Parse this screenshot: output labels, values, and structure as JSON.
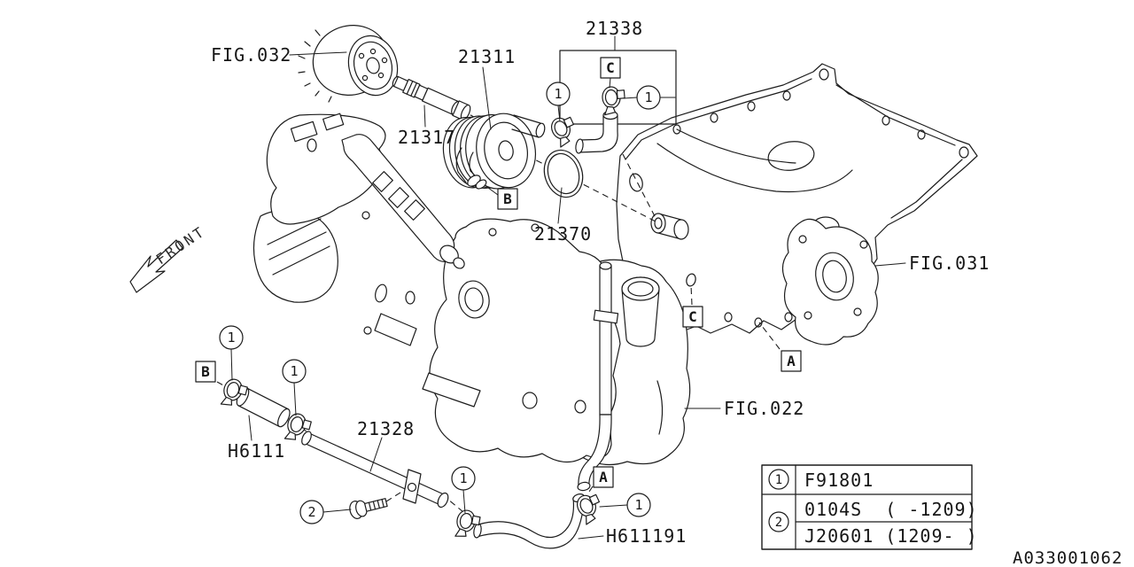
{
  "diagram": {
    "id_code": "A033001062",
    "front_label": "FRONT",
    "callouts": {
      "fig032": "FIG.032",
      "fig031": "FIG.031",
      "fig022": "FIG.022",
      "c21311": "21311",
      "c21317": "21317",
      "c21338": "21338",
      "c21370": "21370",
      "c21328": "21328",
      "h6111": "H6111",
      "h611191": "H611191"
    },
    "refs": {
      "a": "A",
      "b": "B",
      "c": "C",
      "n1": "1",
      "n2": "2"
    },
    "legend": {
      "row1": {
        "ref": "1",
        "part": "F91801"
      },
      "row2": {
        "ref": "2",
        "part_early": "0104S  ( -1209)",
        "part_late": "J20601 (1209- )"
      }
    },
    "colors": {
      "line": "#1c1c1c",
      "background": "#ffffff"
    }
  }
}
